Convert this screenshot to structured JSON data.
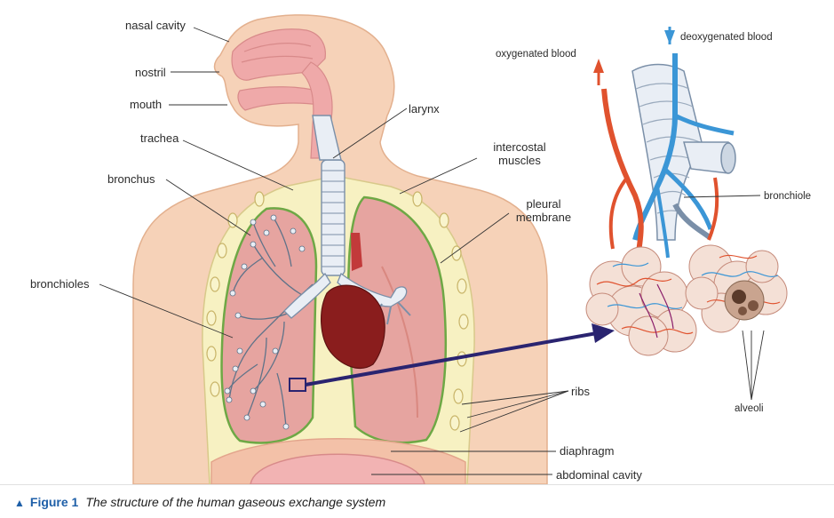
{
  "labels": {
    "nasal_cavity": "nasal cavity",
    "nostril": "nostril",
    "mouth": "mouth",
    "trachea": "trachea",
    "bronchus": "bronchus",
    "bronchioles": "bronchioles",
    "larynx": "larynx",
    "intercostal_line1": "intercostal",
    "intercostal_line2": "muscles",
    "pleural_line1": "pleural",
    "pleural_line2": "membrane",
    "ribs": "ribs",
    "diaphragm": "diaphragm",
    "abdominal_cavity": "abdominal cavity",
    "oxygenated_blood": "oxygenated blood",
    "deoxygenated_blood": "deoxygenated blood",
    "bronchiole": "bronchiole",
    "alveoli": "alveoli"
  },
  "caption": {
    "figure_number": "Figure 1",
    "text": "The structure of the human gaseous exchange system"
  },
  "colors": {
    "skin": "#f6d2b8",
    "skin_edge": "#e3b08e",
    "pleural_fill": "#f7f1c2",
    "membrane_green": "#6ea845",
    "lung_pink": "#e6a4a0",
    "lung_dark": "#d98880",
    "heart": "#8a1d1d",
    "airway": "#e9eef5",
    "airway_edge": "#7a8fa8",
    "artery_red": "#e0522e",
    "vein_blue": "#3b96d6",
    "arrow_navy": "#2a2470",
    "caption_blue": "#1e5fa8"
  }
}
